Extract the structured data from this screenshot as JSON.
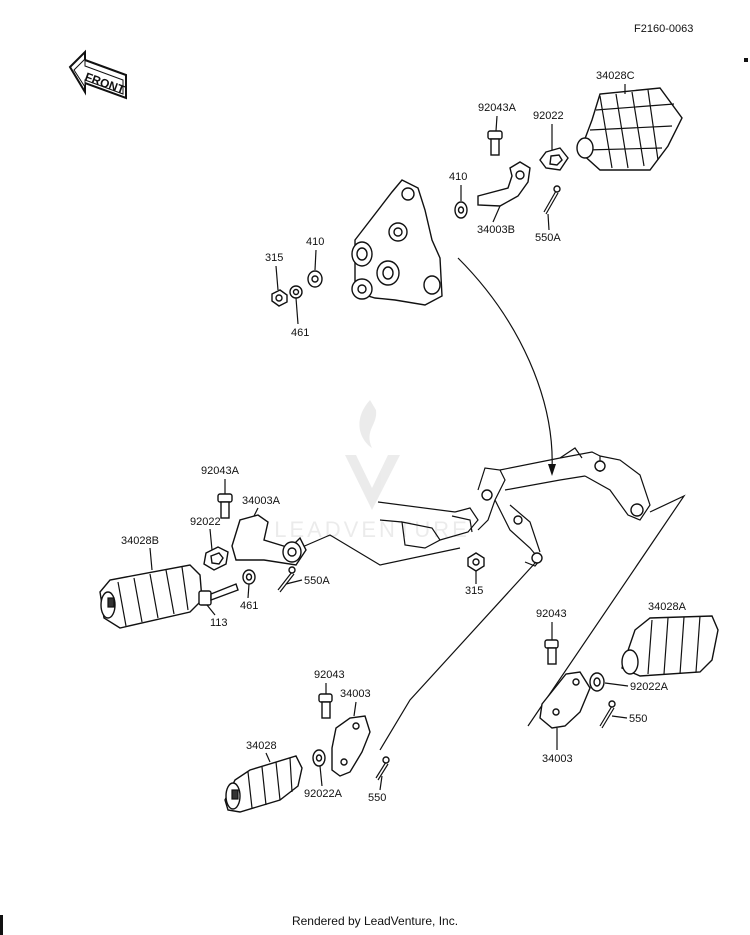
{
  "diagram_code": "F2160-0063",
  "front_label": "FRONT",
  "footer": "Rendered by LeadVenture, Inc.",
  "watermark": "LEADVENTURE",
  "parts": {
    "p34028C": "34028C",
    "p92043A_top": "92043A",
    "p92022_top": "92022",
    "p410_top": "410",
    "p34003B": "34003B",
    "p550A_top": "550A",
    "p315_left": "315",
    "p410_left": "410",
    "p461_left": "461",
    "p92043A_mid": "92043A",
    "p34003A": "34003A",
    "p92022_mid": "92022",
    "p34028B": "34028B",
    "p550A_mid": "550A",
    "p461_mid": "461",
    "p113": "113",
    "p315_frame": "315",
    "p92043_right": "92043",
    "p34028A": "34028A",
    "p92022A_right": "92022A",
    "p550_right": "550",
    "p34003_right": "34003",
    "p92043_low": "92043",
    "p34003_low": "34003",
    "p34028": "34028",
    "p92022A_low": "92022A",
    "p550_low": "550"
  }
}
